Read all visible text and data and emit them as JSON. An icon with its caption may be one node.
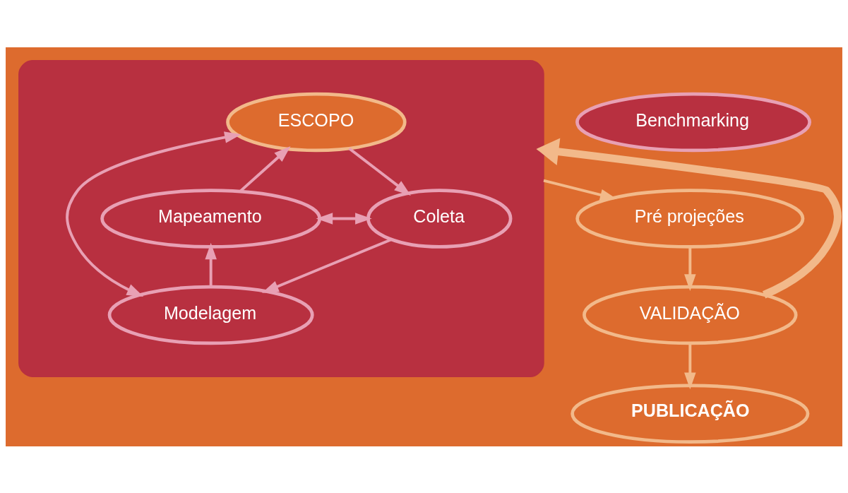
{
  "diagram": {
    "nodes": [
      {
        "text": [],
        "shape": "cloud"
      },
      {
        "text": [
          "ESCOPO"
        ],
        "in": 0
      },
      {
        "text": [
          "Mapeamento"
        ],
        "in": 0
      },
      {
        "text": [
          "Coleta"
        ],
        "in": 0
      },
      {
        "text": [
          "Modelagem"
        ],
        "in": 0
      },
      {
        "text": [
          "Pré projeções"
        ]
      },
      {
        "text": [
          "Benchmarking"
        ]
      },
      {
        "text": [
          "VALIDAÇÃO"
        ]
      },
      {
        "text": [
          "PUBLICAÇÃO"
        ]
      }
    ],
    "edges": [
      {
        "from": 1,
        "to": 3,
        "arrow": "to"
      },
      {
        "from": 3,
        "to": 4,
        "arrow": "to"
      },
      {
        "from": 4,
        "to": 2,
        "arrow": "to"
      },
      {
        "from": 2,
        "to": 1,
        "arrow": "to"
      },
      {
        "from": 2,
        "to": 3,
        "arrow": "both"
      },
      {
        "from": 1,
        "to": 4,
        "arrow": "both"
      },
      {
        "from": 0,
        "to": 5,
        "arrow": "to",
        "color": "#f2b98a"
      },
      {
        "from": 5,
        "to": 7,
        "arrow": "to",
        "color": "#f2b98a"
      },
      {
        "from": 7,
        "to": 8,
        "arrow": "to",
        "color": "#f2b98a"
      },
      {
        "from": 7,
        "to": 0,
        "arrow": "to",
        "style": "thick",
        "color": "#f2b98a"
      }
    ]
  }
}
